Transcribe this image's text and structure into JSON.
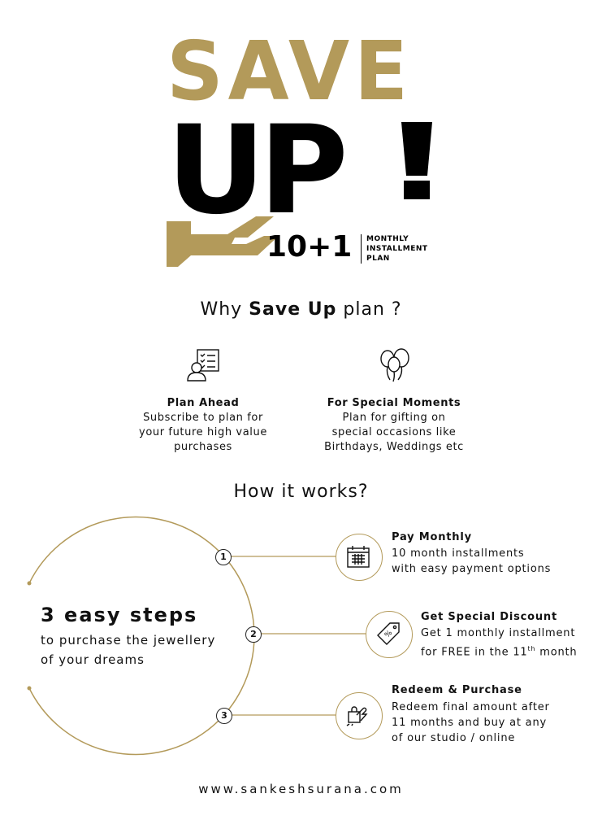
{
  "hero": {
    "save_word": "SAVE",
    "up_word": "UP",
    "plan_number": "10+1",
    "plan_label_line1": "MONTHLY",
    "plan_label_line2": "INSTALLMENT",
    "plan_label_line3": "PLAN"
  },
  "colors": {
    "gold": "#b39a5a",
    "black": "#000000"
  },
  "why": {
    "prefix": "Why ",
    "bold": "Save Up",
    "suffix": " plan ?"
  },
  "features": [
    {
      "icon": "person-checklist-icon",
      "title": "Plan Ahead",
      "lines": [
        "Subscribe to plan for",
        "your future high value",
        "purchases"
      ]
    },
    {
      "icon": "balloons-icon",
      "title": "For Special Moments",
      "lines": [
        "Plan for gifting on",
        "special occasions like",
        "Birthdays, Weddings etc"
      ]
    }
  ],
  "how": {
    "title": "How it works?"
  },
  "easy": {
    "title": "3 easy steps",
    "desc_line1": "to purchase the jewellery",
    "desc_line2": "of your dreams"
  },
  "steps": [
    {
      "number": "1",
      "icon": "calendar-icon",
      "title": "Pay Monthly",
      "lines": [
        "10 month installments",
        "with easy payment options"
      ]
    },
    {
      "number": "2",
      "icon": "discount-tag-icon",
      "title": "Get Special Discount",
      "line1": "Get 1 monthly installment",
      "line2_prefix": "for FREE in the 11",
      "line2_sup": "th",
      "line2_suffix": " month"
    },
    {
      "number": "3",
      "icon": "shopping-bag-hand-icon",
      "title": "Redeem & Purchase",
      "lines": [
        "Redeem final amount after",
        "11 months and buy at any",
        "of our studio / online"
      ]
    }
  ],
  "footer": {
    "url": "www.sankeshsurana.com"
  }
}
